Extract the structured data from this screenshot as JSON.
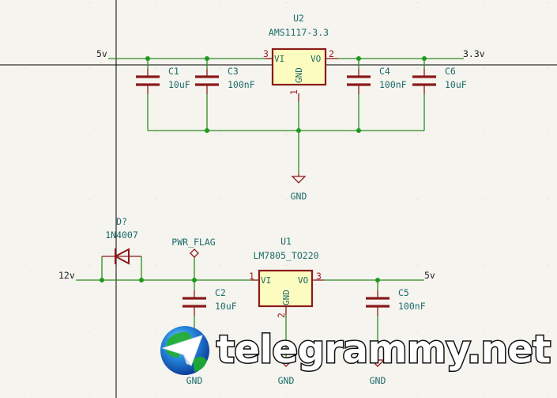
{
  "nets": {
    "in_5v": "5v",
    "out_3v3": "3.3v",
    "in_12v": "12v",
    "out_5v": "5v",
    "pwr_flag": "PWR_FLAG"
  },
  "regulators": [
    {
      "ref": "U2",
      "value": "AMS1117-3.3",
      "pin_in_num": "3",
      "pin_in_name": "VI",
      "pin_out_num": "2",
      "pin_out_name": "VO",
      "pin_gnd_num": "1",
      "pin_gnd_name": "GND"
    },
    {
      "ref": "U1",
      "value": "LM7805_TO220",
      "pin_in_num": "1",
      "pin_in_name": "VI",
      "pin_out_num": "3",
      "pin_out_name": "VO",
      "pin_gnd_num": "2",
      "pin_gnd_name": "GND"
    }
  ],
  "capacitors": [
    {
      "ref": "C1",
      "value": "10uF"
    },
    {
      "ref": "C3",
      "value": "100nF"
    },
    {
      "ref": "C4",
      "value": "100nF"
    },
    {
      "ref": "C6",
      "value": "10uF"
    },
    {
      "ref": "C2",
      "value": "10uF"
    },
    {
      "ref": "C5",
      "value": "100nF"
    }
  ],
  "diode": {
    "ref": "D?",
    "value": "1N4007"
  },
  "gnd_label": "GND",
  "watermark": {
    "text": "telegrammy.net",
    "icon": "telegram-globe-icon"
  }
}
